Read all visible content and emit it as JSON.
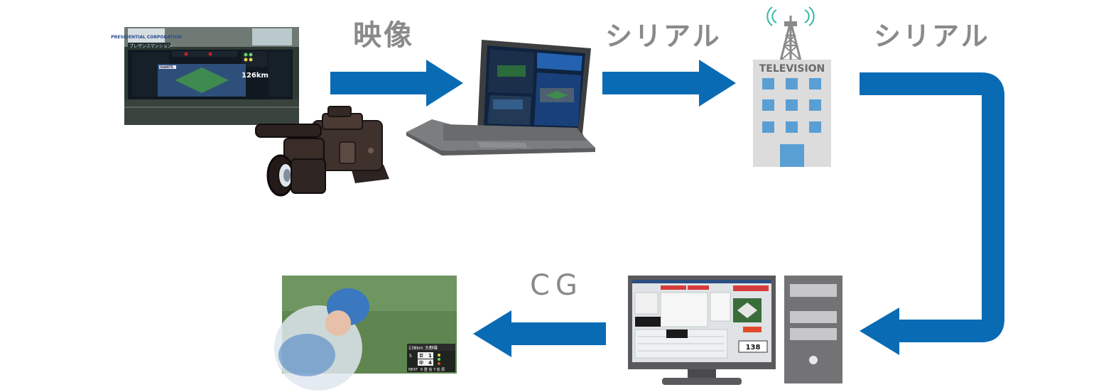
{
  "labels": {
    "video": "映像",
    "serial_1": "シリアル",
    "serial_2": "シリアル",
    "cg": "CG"
  },
  "tv_station": {
    "sign": "TELEVISION"
  },
  "scoreboard": {
    "banner": "PRESIDENTIAL CORPORATION",
    "sub_banner": "プレザンスマンション",
    "team": "GIANTS",
    "speed": "126km/h"
  },
  "broadcast_overlay": {
    "pitch_info": "138km",
    "pitcher": "大野雄",
    "row1_team": "巨",
    "row1_score": "1",
    "row2_team": "中",
    "row2_score": "4",
    "inning": "5",
    "next": "NEXT",
    "next_batter": "6 重 信 7 松 原"
  },
  "pc_counter": "138",
  "colors": {
    "arrow": "#0a6bb5",
    "label": "#8a8a8a",
    "building": "#dcdcdc",
    "window": "#5a9fd4"
  }
}
